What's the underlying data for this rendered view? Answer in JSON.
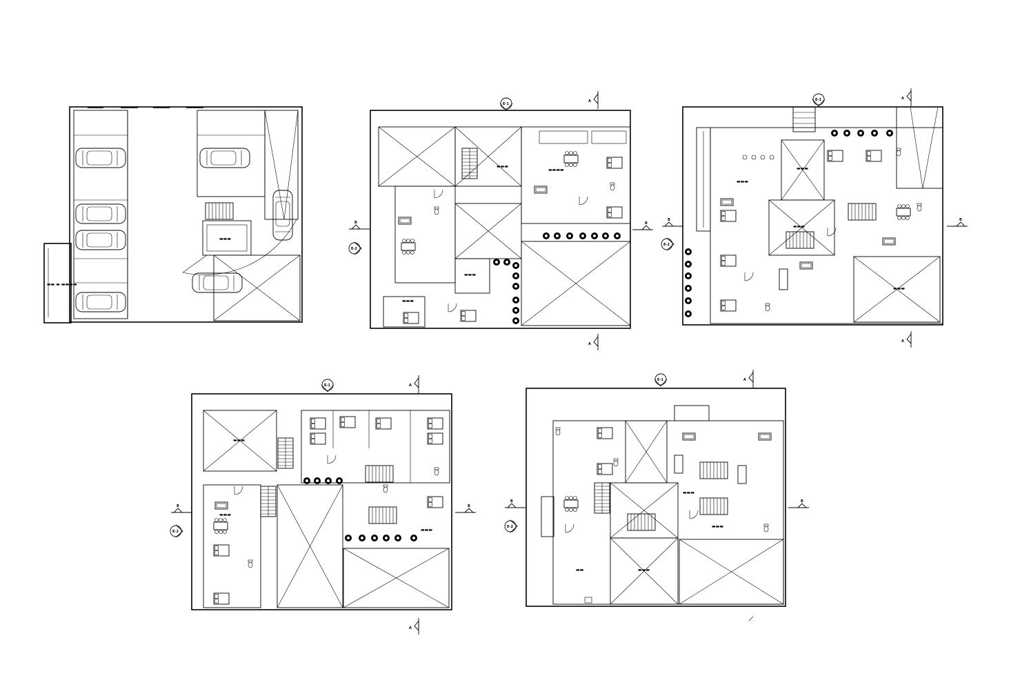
{
  "sheet": {
    "background": "#ffffff",
    "line_color": "#000000"
  },
  "markers": {
    "section_a": "A",
    "elev_1": "E-1",
    "elev_2": "E-2",
    "side_b": "B"
  },
  "plans": [
    {
      "id": "basement-parking",
      "icon": "car-icon"
    },
    {
      "id": "first-floor"
    },
    {
      "id": "second-floor"
    },
    {
      "id": "third-floor"
    },
    {
      "id": "fourth-floor"
    }
  ]
}
